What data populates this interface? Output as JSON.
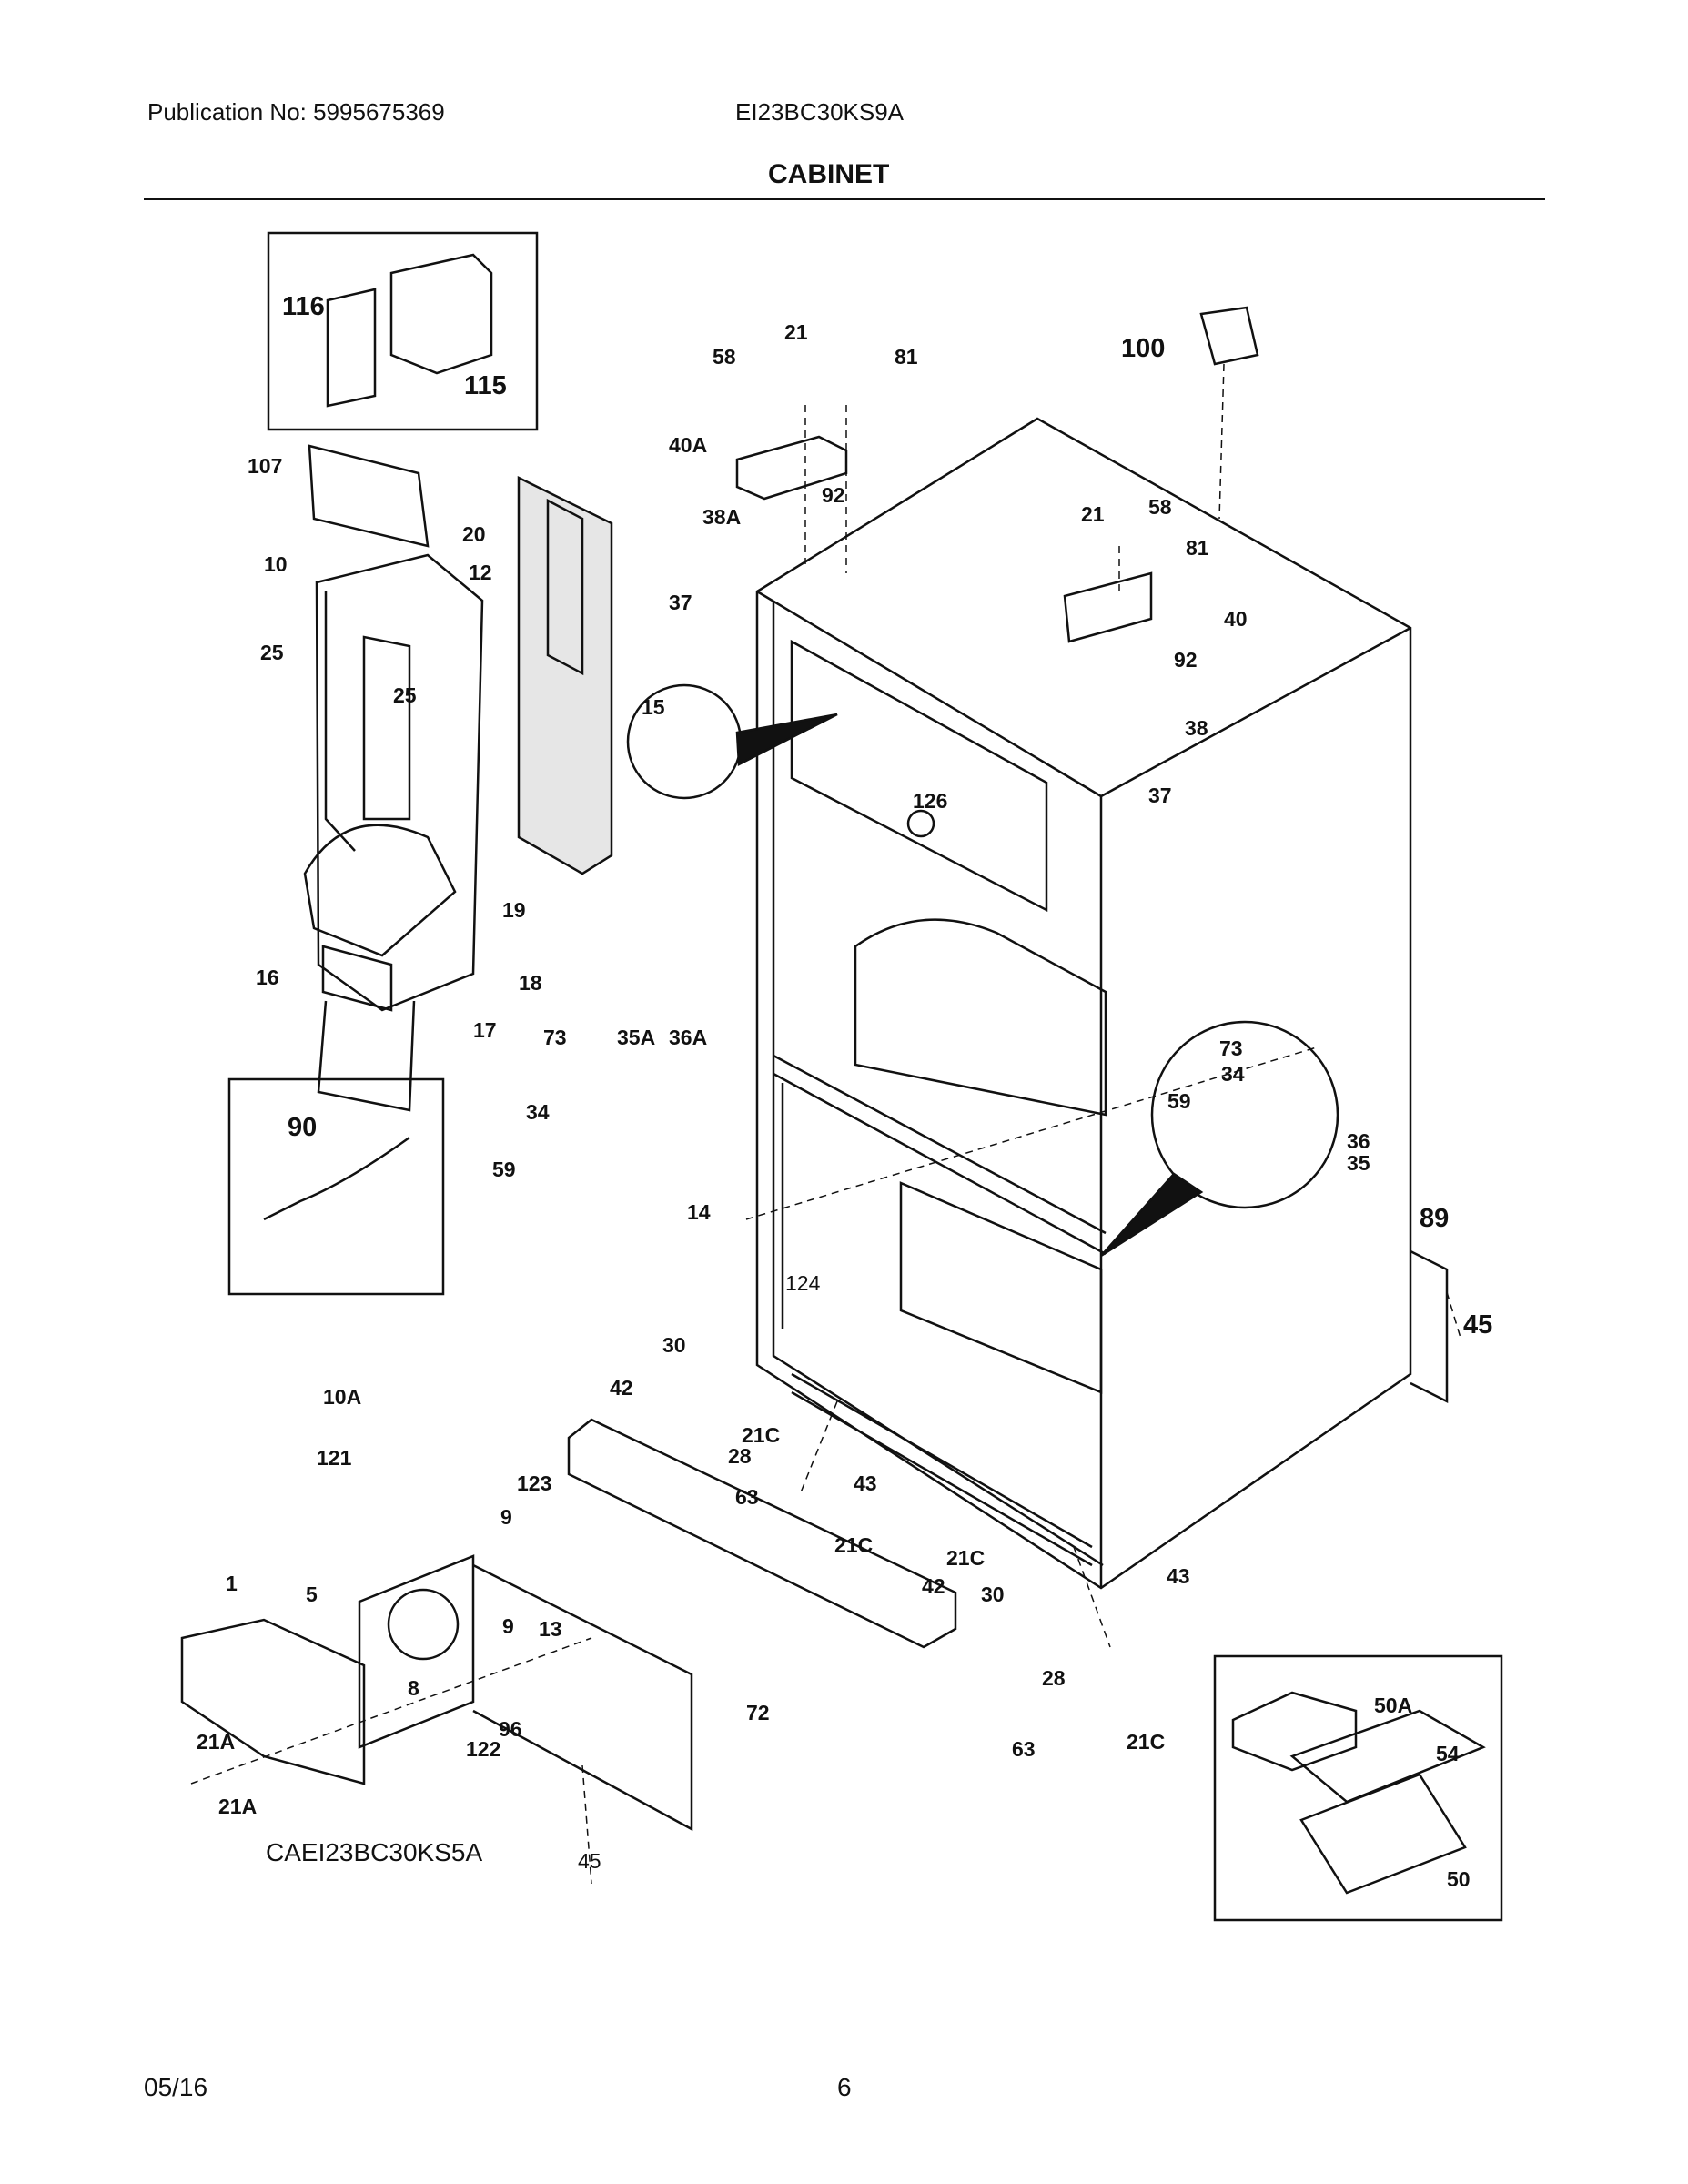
{
  "header": {
    "publication": "Publication No: 5995675369",
    "model": "EI23BC30KS9A",
    "section": "CABINET"
  },
  "footer": {
    "date": "05/16",
    "page": "6"
  },
  "diagram_code": "CAEI23BC30KS5A",
  "parts": {
    "p116": "116",
    "p115": "115",
    "p107": "107",
    "p20": "20",
    "p10": "10",
    "p12": "12",
    "p25a": "25",
    "p25b": "25",
    "p19": "19",
    "p16": "16",
    "p18": "18",
    "p17": "17",
    "p58a": "58",
    "p21a": "21",
    "p81a": "81",
    "p40A": "40A",
    "p92a": "92",
    "p38A": "38A",
    "p37a": "37",
    "p15": "15",
    "p100": "100",
    "p21b": "21",
    "p58b": "58",
    "p81b": "81",
    "p40": "40",
    "p92b": "92",
    "p38": "38",
    "p126": "126",
    "p37b": "37",
    "p73a": "73",
    "p35A": "35A",
    "p36A": "36A",
    "p34a": "34",
    "p59a": "59",
    "p73b": "73",
    "p34b": "34",
    "p59b": "59",
    "p36": "36",
    "p35": "35",
    "p90": "90",
    "p14": "14",
    "p124": "124",
    "p89": "89",
    "p45a": "45",
    "p30a": "30",
    "p42a": "42",
    "p21Ca": "21C",
    "p28a": "28",
    "p63a": "63",
    "p43a": "43",
    "p21Cb": "21C",
    "p10A": "10A",
    "p121": "121",
    "p123": "123",
    "p9a": "9",
    "p9b": "9",
    "p13": "13",
    "p1": "1",
    "p5": "5",
    "p8": "8",
    "p96": "96",
    "p122": "122",
    "p21Aa": "21A",
    "p21Ab": "21A",
    "p72": "72",
    "p45b": "45",
    "p21Cc": "21C",
    "p42b": "42",
    "p30b": "30",
    "p43b": "43",
    "p28b": "28",
    "p63b": "63",
    "p21Cd": "21C",
    "p50A": "50A",
    "p54": "54",
    "p50": "50"
  }
}
